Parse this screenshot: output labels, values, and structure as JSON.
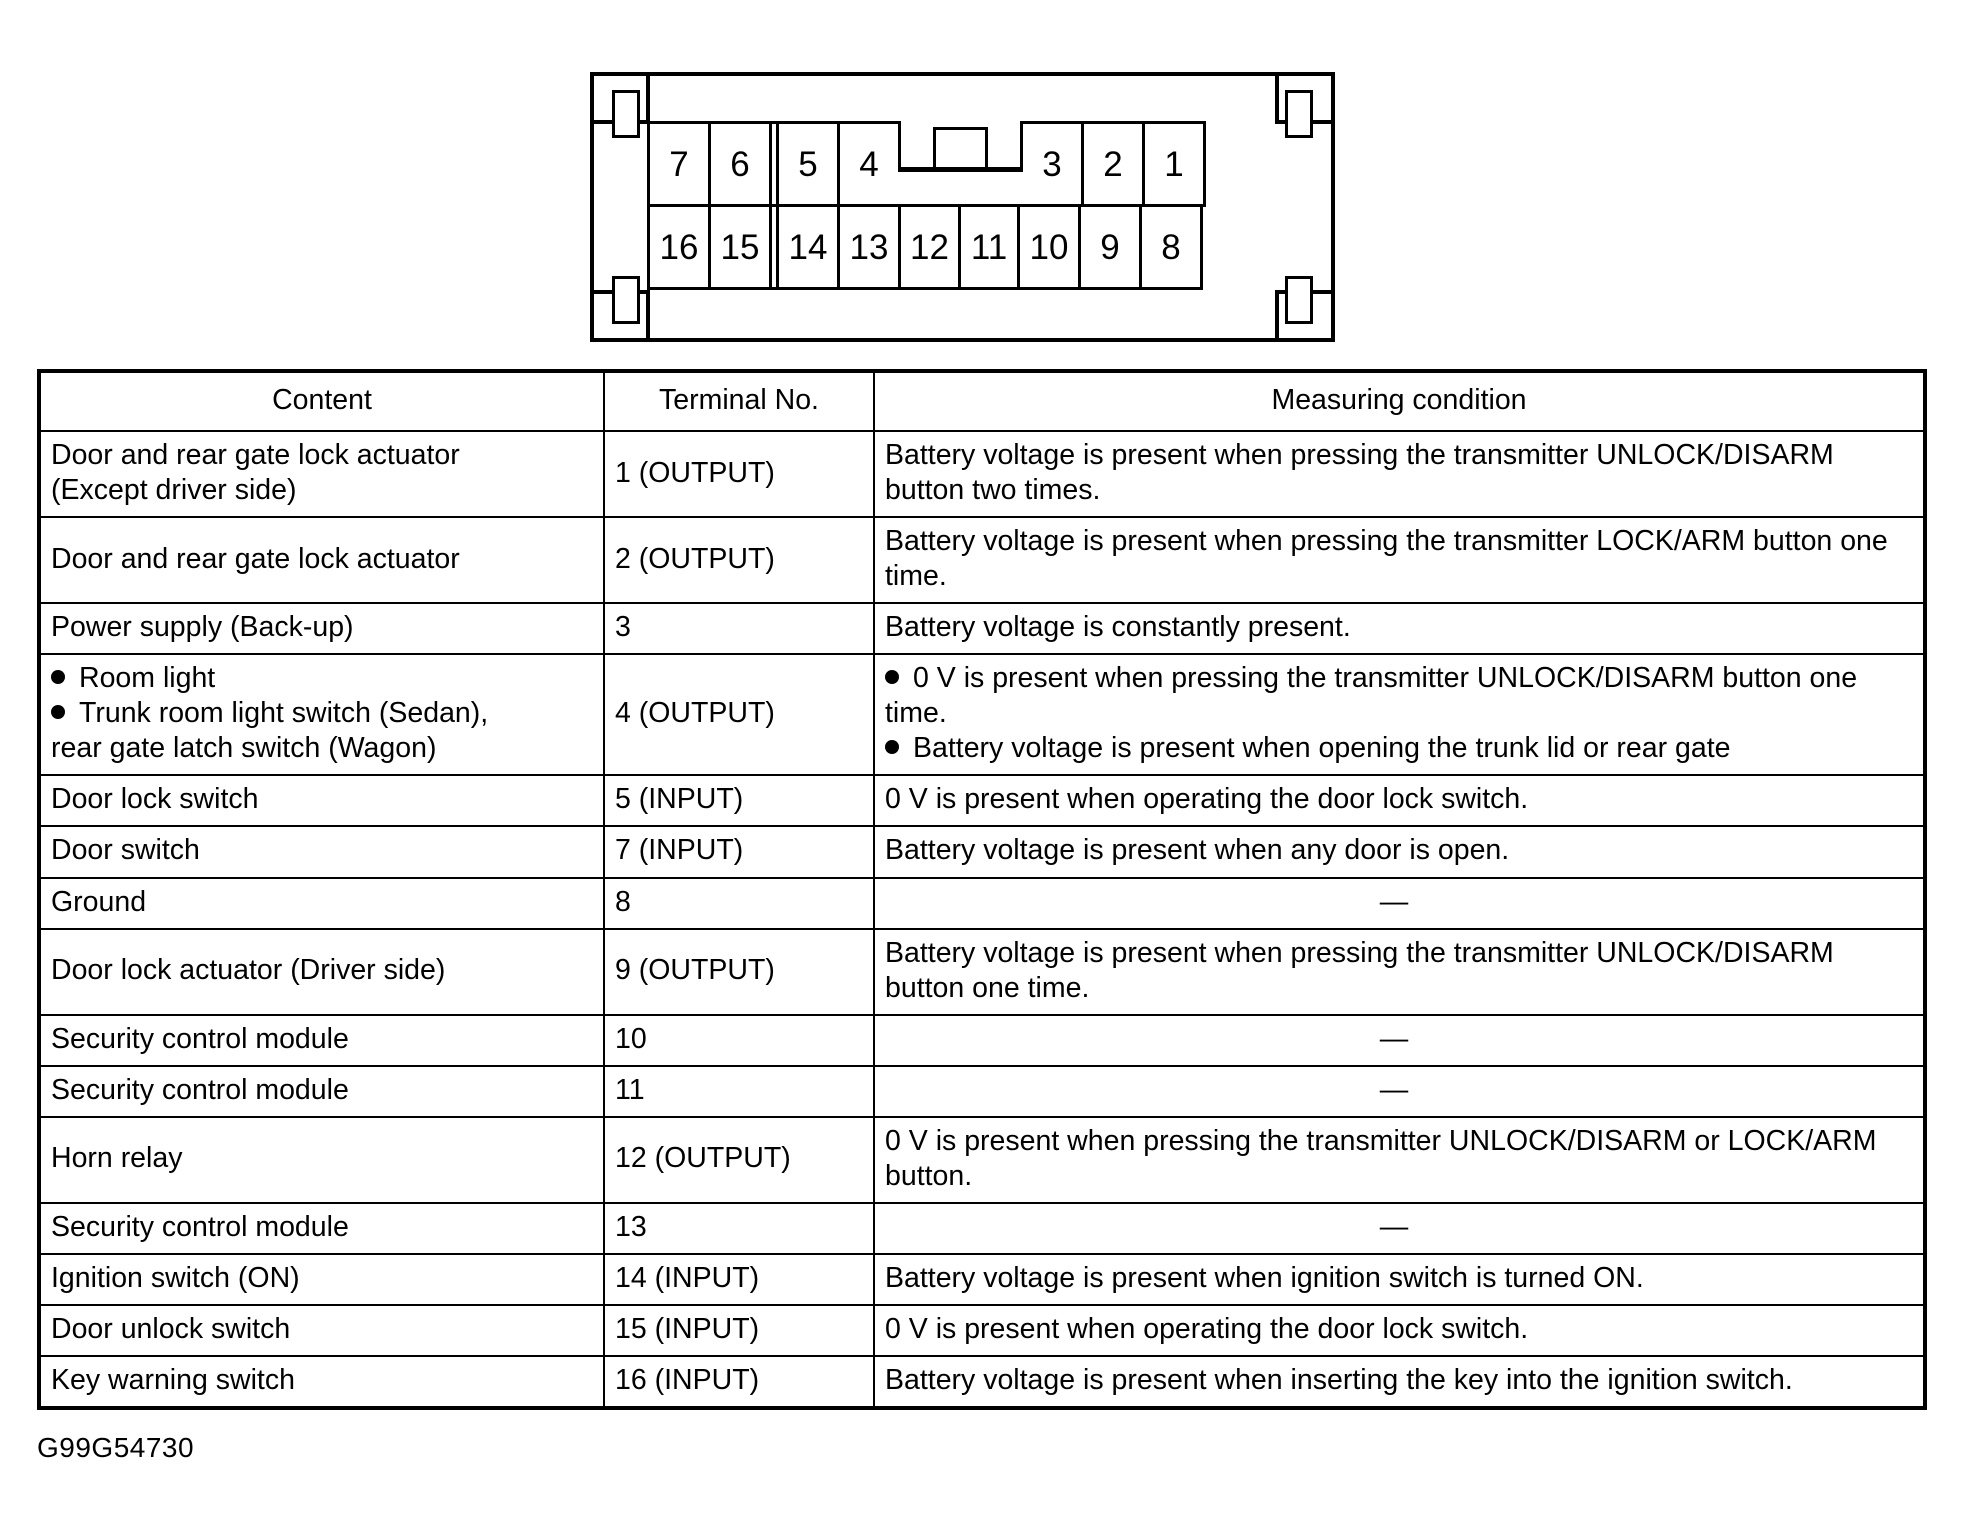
{
  "diagram": {
    "name": "16-pin-connector-pinout",
    "top_row": [
      "7",
      "6",
      "",
      "5",
      "4",
      "keyway",
      "3",
      "2",
      "1"
    ],
    "bottom_row": [
      "16",
      "15",
      "",
      "14",
      "13",
      "12",
      "11",
      "10",
      "9",
      "8"
    ],
    "pin_count": 16
  },
  "table": {
    "headers": {
      "content": "Content",
      "terminal": "Terminal No.",
      "condition": "Measuring condition"
    },
    "rows": [
      {
        "content": "Door and rear gate lock actuator\n(Except driver side)",
        "content_line1": "Door and rear gate lock actuator",
        "content_line2": "(Except driver side)",
        "terminal": "1 (OUTPUT)",
        "condition": "Battery voltage is present when pressing the transmitter UNLOCK/DISARM button two times."
      },
      {
        "content_line1": "Door and rear gate lock actuator",
        "content_line2": "",
        "terminal": "2 (OUTPUT)",
        "condition": "Battery voltage is present when pressing the transmitter LOCK/ARM button one time."
      },
      {
        "content_line1": "Power supply (Back-up)",
        "content_line2": "",
        "terminal": "3",
        "condition": "Battery voltage is constantly present."
      },
      {
        "content_bullet1": "Room light",
        "content_bullet2": "Trunk room light switch (Sedan),",
        "content_cont": "rear gate latch switch (Wagon)",
        "terminal": "4 (OUTPUT)",
        "cond_bullet1": "0 V is present when pressing the transmitter UNLOCK/DISARM button one time.",
        "cond_bullet2": "Battery voltage is present when opening the trunk lid or rear gate"
      },
      {
        "content_line1": "Door lock switch",
        "terminal": "5 (INPUT)",
        "condition": "0 V is present when operating the door lock switch."
      },
      {
        "content_line1": "Door switch",
        "terminal": "7 (INPUT)",
        "condition": "Battery voltage is present when any door is open."
      },
      {
        "content_line1": "Ground",
        "terminal": "8",
        "condition": "—"
      },
      {
        "content_line1": "Door lock actuator (Driver side)",
        "terminal": "9 (OUTPUT)",
        "condition": "Battery voltage is present when pressing the transmitter UNLOCK/DISARM button one time."
      },
      {
        "content_line1": "Security control module",
        "terminal": "10",
        "condition": "—"
      },
      {
        "content_line1": "Security control module",
        "terminal": "11",
        "condition": "—"
      },
      {
        "content_line1": "Horn relay",
        "terminal": "12 (OUTPUT)",
        "condition": "0 V is present when pressing the transmitter UNLOCK/DISARM or LOCK/ARM button."
      },
      {
        "content_line1": "Security control module",
        "terminal": "13",
        "condition": "—"
      },
      {
        "content_line1": "Ignition switch (ON)",
        "terminal": "14 (INPUT)",
        "condition": "Battery voltage is present when ignition switch is turned ON."
      },
      {
        "content_line1": "Door unlock switch",
        "terminal": "15 (INPUT)",
        "condition": "0 V is present when operating the door lock switch."
      },
      {
        "content_line1": "Key warning switch",
        "terminal": "16 (INPUT)",
        "condition": "Battery voltage is present when inserting the key into the ignition switch."
      }
    ]
  },
  "footer": {
    "code": "G99G54730"
  }
}
